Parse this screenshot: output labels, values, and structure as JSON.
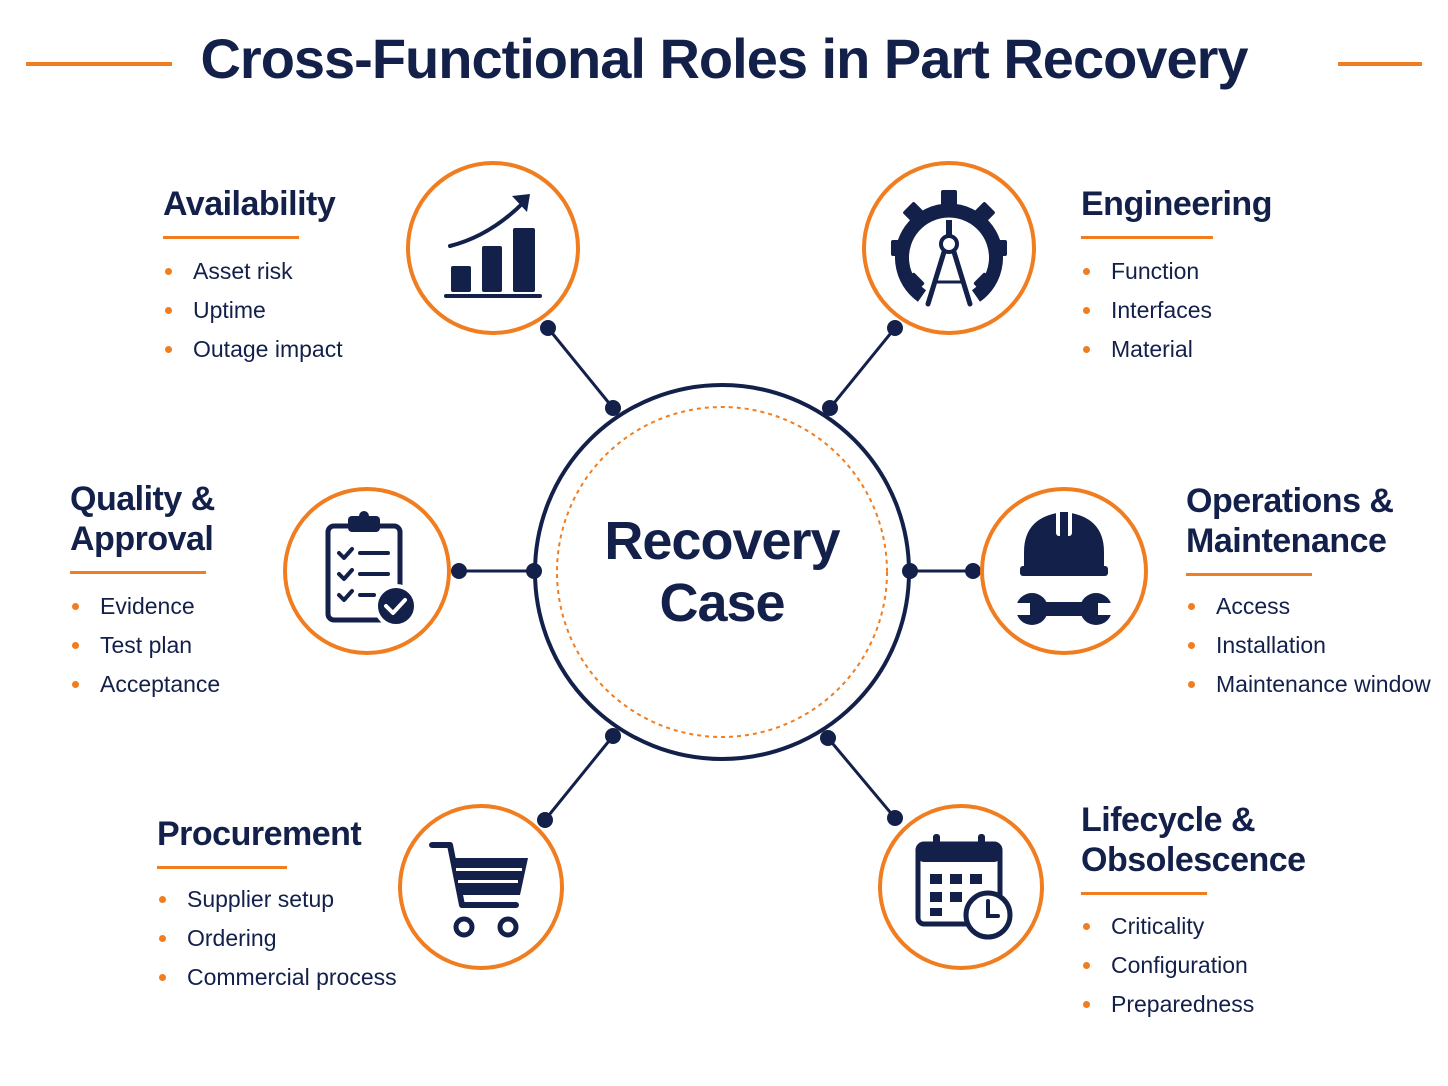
{
  "title": "Cross-Functional Roles in Part Recovery",
  "center": {
    "line1": "Recovery",
    "line2": "Case"
  },
  "colors": {
    "navy": "#13204a",
    "orange": "#f07d1f"
  },
  "roles": [
    {
      "id": "availability",
      "title_lines": [
        "Availability"
      ],
      "icon": "bar-chart-growth-icon",
      "items": [
        "Asset risk",
        "Uptime",
        "Outage impact"
      ]
    },
    {
      "id": "engineering",
      "title_lines": [
        "Engineering"
      ],
      "icon": "gear-compass-icon",
      "items": [
        "Function",
        "Interfaces",
        "Material"
      ]
    },
    {
      "id": "quality-approval",
      "title_lines": [
        "Quality &",
        "Approval"
      ],
      "icon": "clipboard-checklist-icon",
      "items": [
        "Evidence",
        "Test plan",
        "Acceptance"
      ]
    },
    {
      "id": "operations-maintenance",
      "title_lines": [
        "Operations &",
        "Maintenance"
      ],
      "icon": "hardhat-wrench-icon",
      "items": [
        "Access",
        "Installation",
        "Maintenance window"
      ]
    },
    {
      "id": "procurement",
      "title_lines": [
        "Procurement"
      ],
      "icon": "shopping-cart-icon",
      "items": [
        "Supplier setup",
        "Ordering",
        "Commercial process"
      ]
    },
    {
      "id": "lifecycle-obsolescence",
      "title_lines": [
        "Lifecycle &",
        "Obsolescence"
      ],
      "icon": "calendar-clock-icon",
      "items": [
        "Criticality",
        "Configuration",
        "Preparedness"
      ]
    }
  ]
}
